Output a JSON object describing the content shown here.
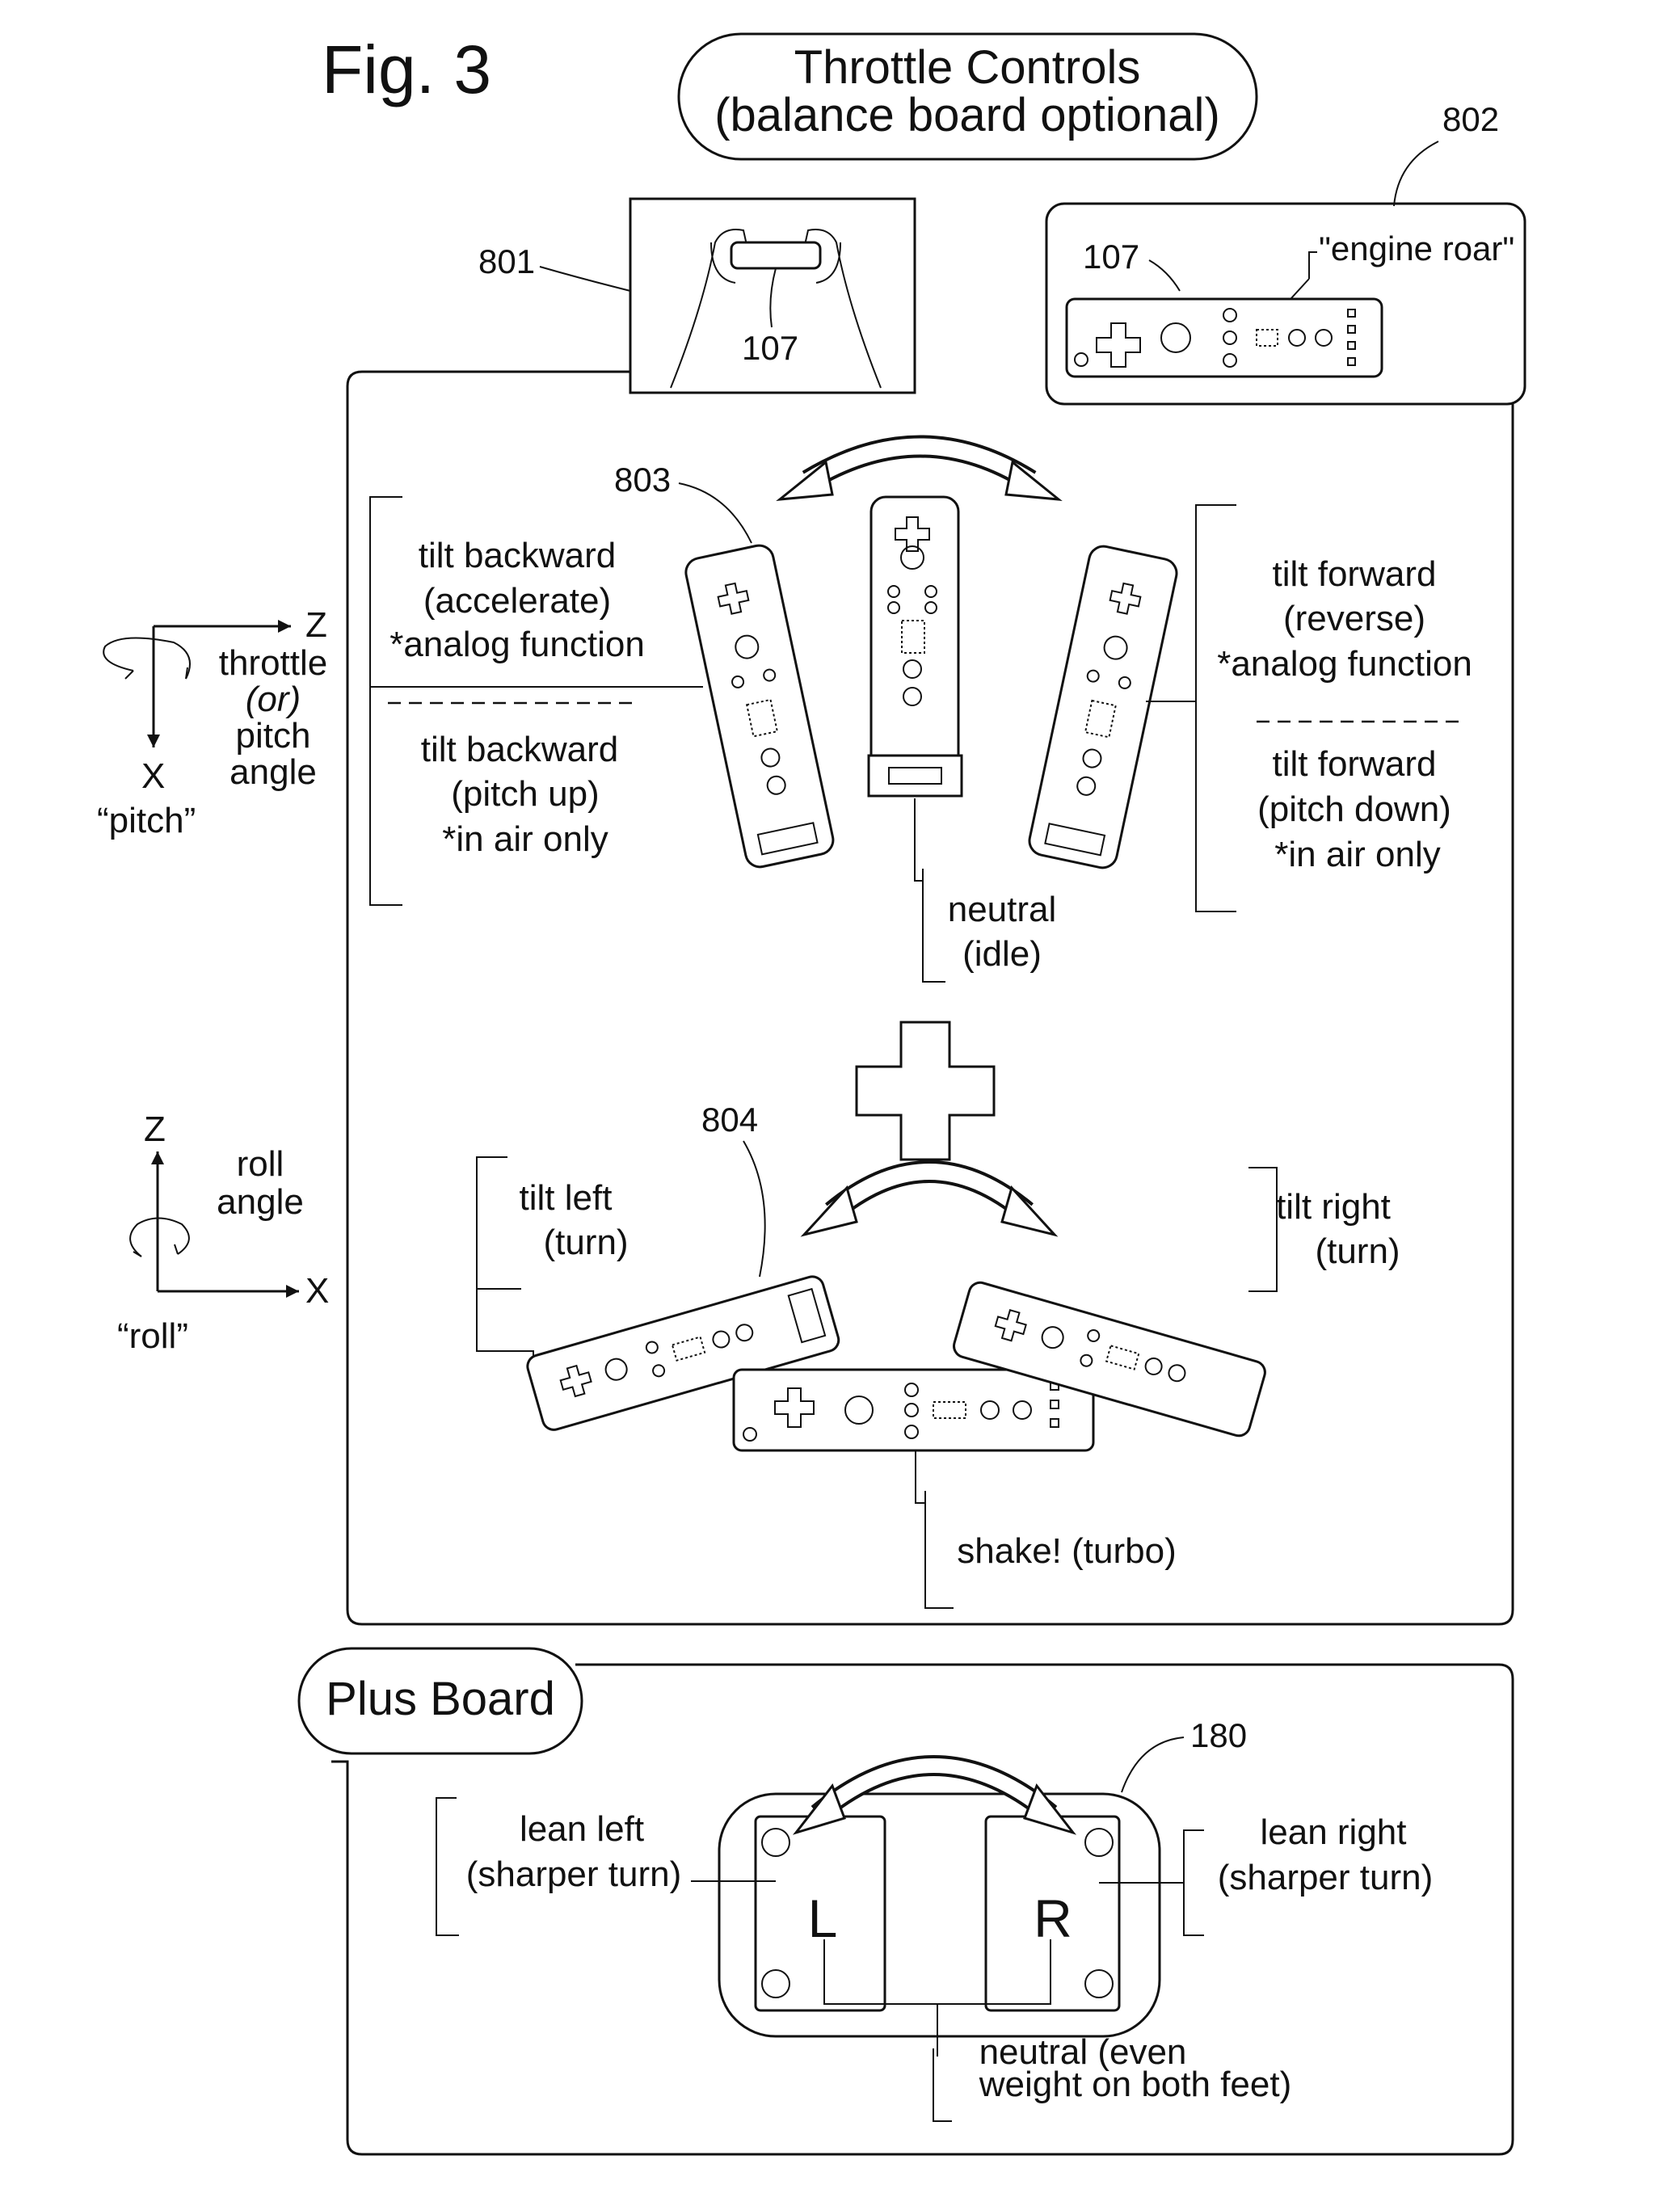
{
  "figure": {
    "title": "Fig. 3"
  },
  "header": {
    "line1": "Throttle Controls",
    "line2": "(balance board optional)"
  },
  "refs": {
    "r801": "801",
    "r802": "802",
    "r107a": "107",
    "r107b": "107",
    "r803": "803",
    "r804": "804",
    "r180": "180"
  },
  "sound": {
    "label": "\"engine roar\""
  },
  "pitch_axes": {
    "z": "Z",
    "x": "X",
    "caption": "“pitch”",
    "l1": "throttle",
    "l2": "(or)",
    "l3": "pitch",
    "l4": "angle"
  },
  "roll_axes": {
    "z": "Z",
    "x": "X",
    "caption": "“roll”",
    "l1": "roll",
    "l2": "angle"
  },
  "tilt_back": {
    "l1": "tilt backward",
    "l2": "(accelerate)",
    "l3": "*analog function",
    "l4": "tilt backward",
    "l5": "(pitch up)",
    "l6": "*in air only"
  },
  "tilt_fwd": {
    "l1": "tilt forward",
    "l2": "(reverse)",
    "l3": "*analog function",
    "l4": "tilt forward",
    "l5": "(pitch down)",
    "l6": "*in air only"
  },
  "neutral_pitch": {
    "l1": "neutral",
    "l2": "(idle)"
  },
  "tilt_left": {
    "l1": "tilt left",
    "l2": "(turn)"
  },
  "tilt_right": {
    "l1": "tilt right",
    "l2": "(turn)"
  },
  "shake": {
    "label": "shake! (turbo)"
  },
  "board": {
    "title": "Plus Board",
    "left_key": "L",
    "right_key": "R",
    "lean_left_1": "lean left",
    "lean_left_2": "(sharper turn)",
    "lean_right_1": "lean right",
    "lean_right_2": "(sharper turn)",
    "neutral_1": "neutral (even",
    "neutral_2": "weight on both feet)"
  }
}
